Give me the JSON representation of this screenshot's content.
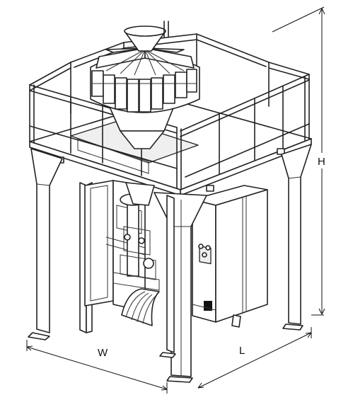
{
  "dimensions": {
    "height_label": "H",
    "width_label": "W",
    "length_label": "L"
  },
  "colors": {
    "line": "#222222",
    "panel_fill": "#efefef",
    "background": "#ffffff"
  }
}
